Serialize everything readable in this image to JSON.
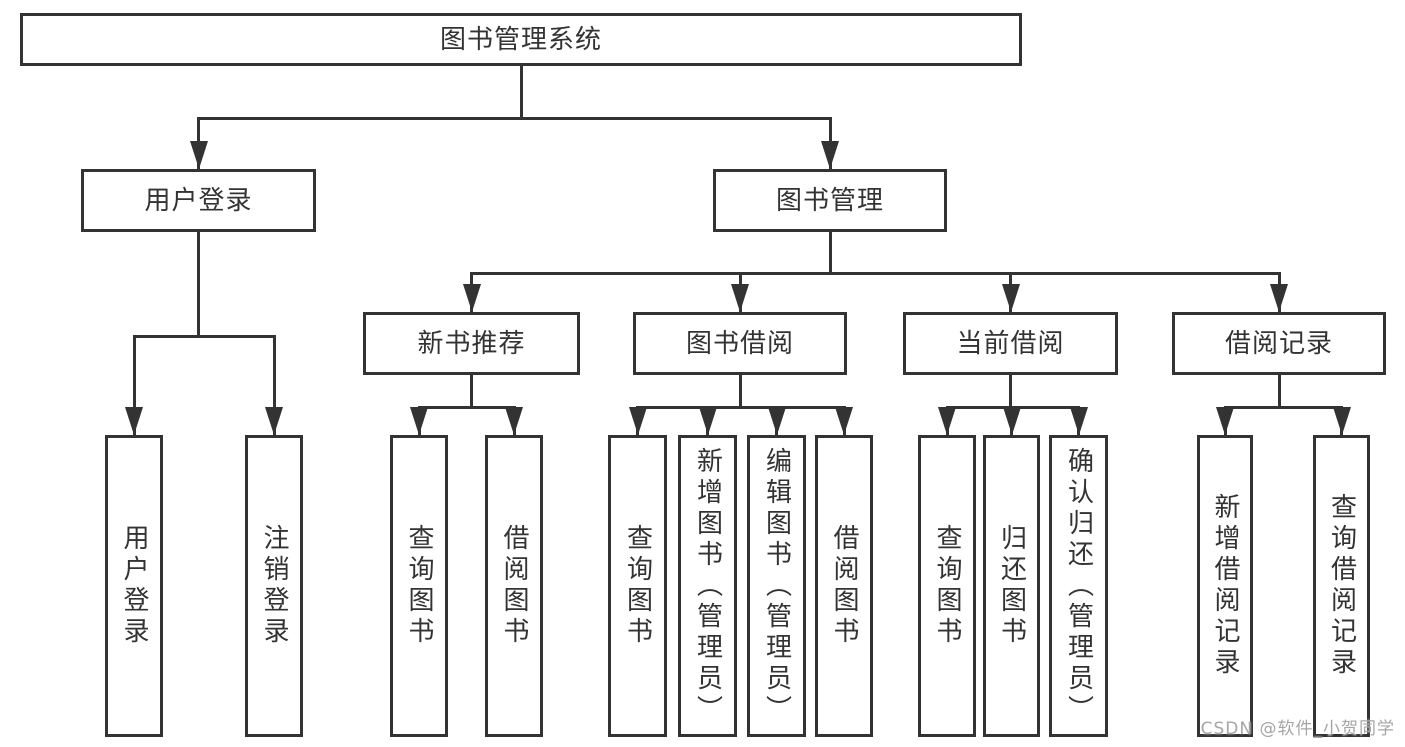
{
  "diagram": {
    "root": {
      "label": "图书管理系统"
    },
    "level2": [
      {
        "label": "用户登录"
      },
      {
        "label": "图书管理"
      }
    ],
    "level3": [
      {
        "label": "新书推荐"
      },
      {
        "label": "图书借阅"
      },
      {
        "label": "当前借阅"
      },
      {
        "label": "借阅记录"
      }
    ],
    "leaves": {
      "user_login": [
        {
          "label": "用户登录"
        },
        {
          "label": "注销登录"
        }
      ],
      "new_book": [
        {
          "label": "查询图书"
        },
        {
          "label": "借阅图书"
        }
      ],
      "book_borrow": [
        {
          "label": "查询图书"
        },
        {
          "label": "新增图书（管理员）"
        },
        {
          "label": "编辑图书（管理员）"
        },
        {
          "label": "借阅图书"
        }
      ],
      "current_borrow": [
        {
          "label": "查询图书"
        },
        {
          "label": "归还图书"
        },
        {
          "label": "确认归还（管理员）"
        }
      ],
      "borrow_records": [
        {
          "label": "新增借阅记录"
        },
        {
          "label": "查询借阅记录"
        }
      ]
    }
  },
  "watermark": {
    "text": "CSDN @软件_小贺同学"
  },
  "colors": {
    "line": "#333333",
    "text": "#333333",
    "background": "#ffffff",
    "watermark": "#a6a6a6"
  }
}
